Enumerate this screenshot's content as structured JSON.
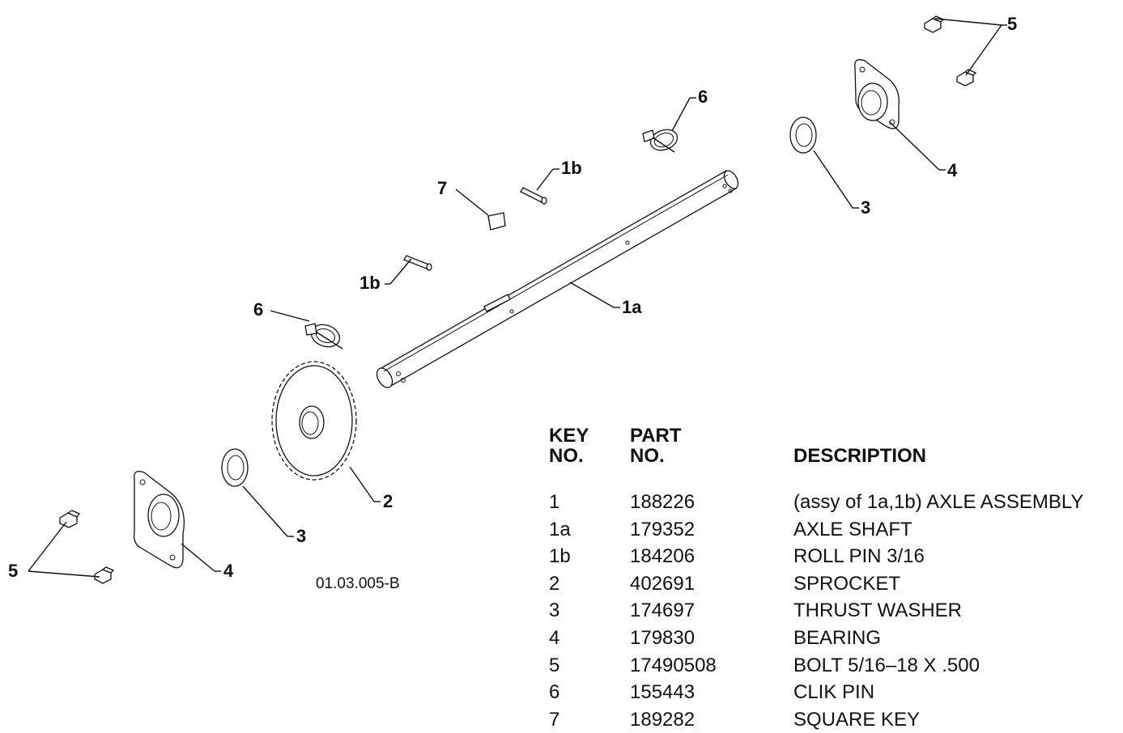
{
  "drawing": {
    "number": "01.03.005-B",
    "callouts": {
      "c1a": "1a",
      "c1b_top": "1b",
      "c1b_left": "1b",
      "c2": "2",
      "c3_left": "3",
      "c3_right": "3",
      "c4_left": "4",
      "c4_right": "4",
      "c5_left": "5",
      "c5_right": "5",
      "c6_left": "6",
      "c6_top": "6",
      "c7": "7"
    }
  },
  "parts_table": {
    "headers": {
      "key_line1": "KEY",
      "key_line2": "NO.",
      "part_line1": "PART",
      "part_line2": "NO.",
      "description": "DESCRIPTION"
    },
    "rows": [
      {
        "key": "1",
        "part": "188226",
        "description": "(assy of 1a,1b) AXLE ASSEMBLY"
      },
      {
        "key": "1a",
        "part": "179352",
        "description": "AXLE SHAFT"
      },
      {
        "key": "1b",
        "part": "184206",
        "description": "ROLL PIN 3/16"
      },
      {
        "key": "2",
        "part": "402691",
        "description": "SPROCKET"
      },
      {
        "key": "3",
        "part": "174697",
        "description": "THRUST WASHER"
      },
      {
        "key": "4",
        "part": "179830",
        "description": "BEARING"
      },
      {
        "key": "5",
        "part": "17490508",
        "description": "BOLT 5/16–18 X .500"
      },
      {
        "key": "6",
        "part": "155443",
        "description": "CLIK PIN"
      },
      {
        "key": "7",
        "part": "189282",
        "description": "SQUARE KEY"
      }
    ]
  }
}
